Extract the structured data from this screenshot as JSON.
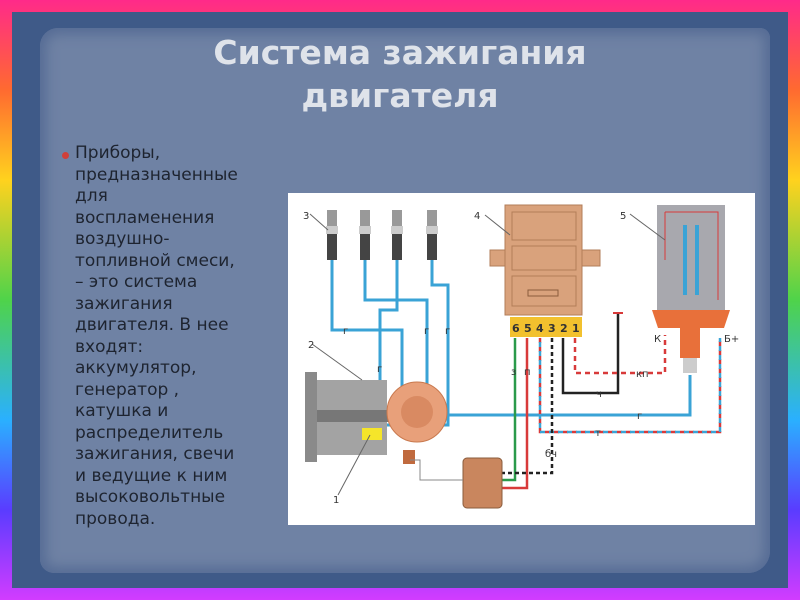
{
  "title": [
    "Система зажигания",
    "двигателя"
  ],
  "body_lines": [
    "Приборы,",
    "предназначенные",
    "для",
    "воспламенения",
    "воздушно-",
    "топливной смеси,",
    "– это система",
    "зажигания",
    "двигателя. В нее",
    "входят:",
    "аккумулятор,",
    "генератор ,",
    "катушка и",
    "распределитель",
    "зажигания, свечи",
    "и ведущие к ним",
    "высоковольтные",
    "провода."
  ],
  "diagram": {
    "callouts": {
      "sensor": "1",
      "distributor": "2",
      "plugs": "3",
      "module": "4",
      "coil": "5"
    },
    "module_pins": [
      "6",
      "5",
      "4",
      "3",
      "2",
      "1"
    ],
    "coil_terminals": {
      "k": "К",
      "b": "Б+"
    },
    "wire_labels": {
      "g1": "г",
      "g2": "г",
      "g3": "г",
      "g4": "г",
      "g5": "г",
      "z": "з",
      "p": "п",
      "kp": "кп",
      "ch": "ч",
      "t": "т",
      "bch": "бч"
    }
  },
  "colors": {
    "hv_wire": "#3aa3d6",
    "module": "#d9a27c",
    "pins": "#f2c12e",
    "coil": "#a8a8ae",
    "coil_base": "#e8703a"
  }
}
